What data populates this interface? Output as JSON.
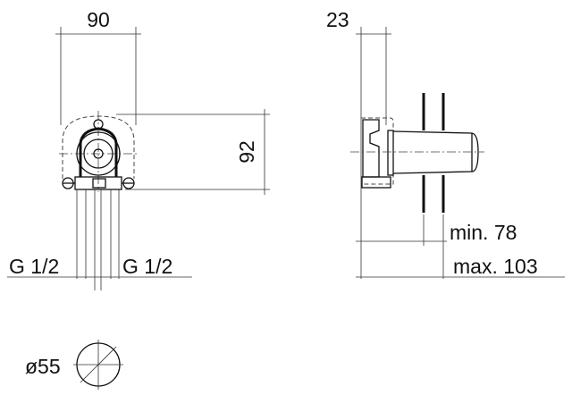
{
  "dimensions": {
    "width": "90",
    "depth": "23",
    "height": "92",
    "connection_left": "G 1/2",
    "connection_right": "G 1/2",
    "min_depth": "min. 78",
    "max_depth": "max. 103",
    "diameter": "ø55"
  }
}
